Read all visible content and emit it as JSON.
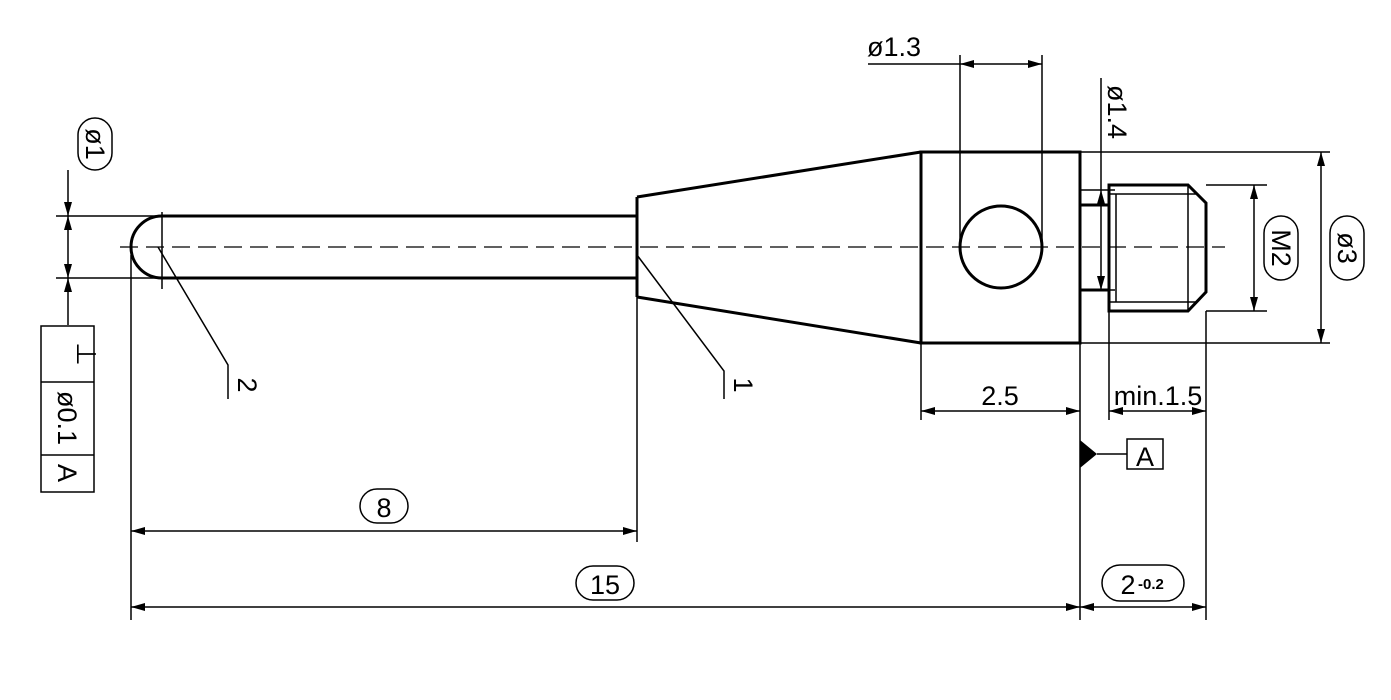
{
  "drawing": {
    "dims": {
      "dia_ball": "ø1",
      "dia_hole": "ø1.3",
      "dia_neck": "ø1.4",
      "thread": "M2",
      "dia_body": "ø3",
      "len_body": "2.5",
      "thread_len": "min.1.5",
      "len_stem": "8",
      "len_total": "15",
      "len_thread_base": "2",
      "len_thread_tol": "-0.2"
    },
    "callouts": {
      "item_1": "1",
      "item_2": "2"
    },
    "datum": {
      "label": "A"
    },
    "tolerance_frame": {
      "symbol": "⊥",
      "value": "ø0.1",
      "datum": "A"
    }
  }
}
